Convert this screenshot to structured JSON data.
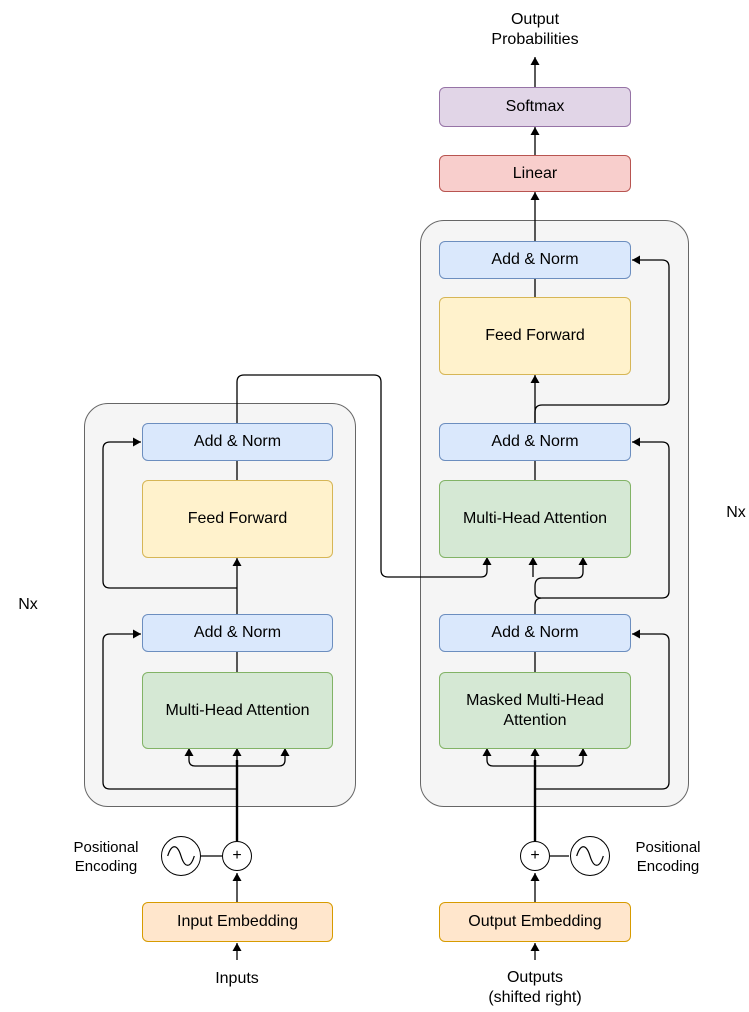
{
  "encoder": {
    "add_norm_top": "Add & Norm",
    "feed_forward": "Feed Forward",
    "add_norm_bottom": "Add & Norm",
    "attention": "Multi-Head Attention",
    "embedding": "Input Embedding",
    "inputs": "Inputs",
    "positional_encoding": [
      "Positional",
      "Encoding"
    ],
    "repeat": "Nx"
  },
  "decoder": {
    "add_norm_top": "Add & Norm",
    "feed_forward": "Feed Forward",
    "add_norm_mid": "Add & Norm",
    "attention": "Multi-Head Attention",
    "add_norm_bottom": "Add & Norm",
    "masked_attention": [
      "Masked Multi-Head",
      "Attention"
    ],
    "embedding": "Output Embedding",
    "outputs": [
      "Outputs",
      "(shifted right)"
    ],
    "positional_encoding": [
      "Positional",
      "Encoding"
    ],
    "repeat": "Nx"
  },
  "head": {
    "linear": "Linear",
    "softmax": "Softmax",
    "output": [
      "Output",
      "Probabilities"
    ]
  },
  "plus_symbol": "+",
  "icons": [
    "sine-wave-icon",
    "plus-icon",
    "arrow-icon"
  ],
  "colors": {
    "add_norm": "#dae8fc",
    "feed_forward": "#fff2cc",
    "attention": "#d5e8d4",
    "embedding": "#ffe6cc",
    "linear": "#f8cecc",
    "softmax": "#e1d5e7",
    "stack_background": "#f5f5f5"
  }
}
